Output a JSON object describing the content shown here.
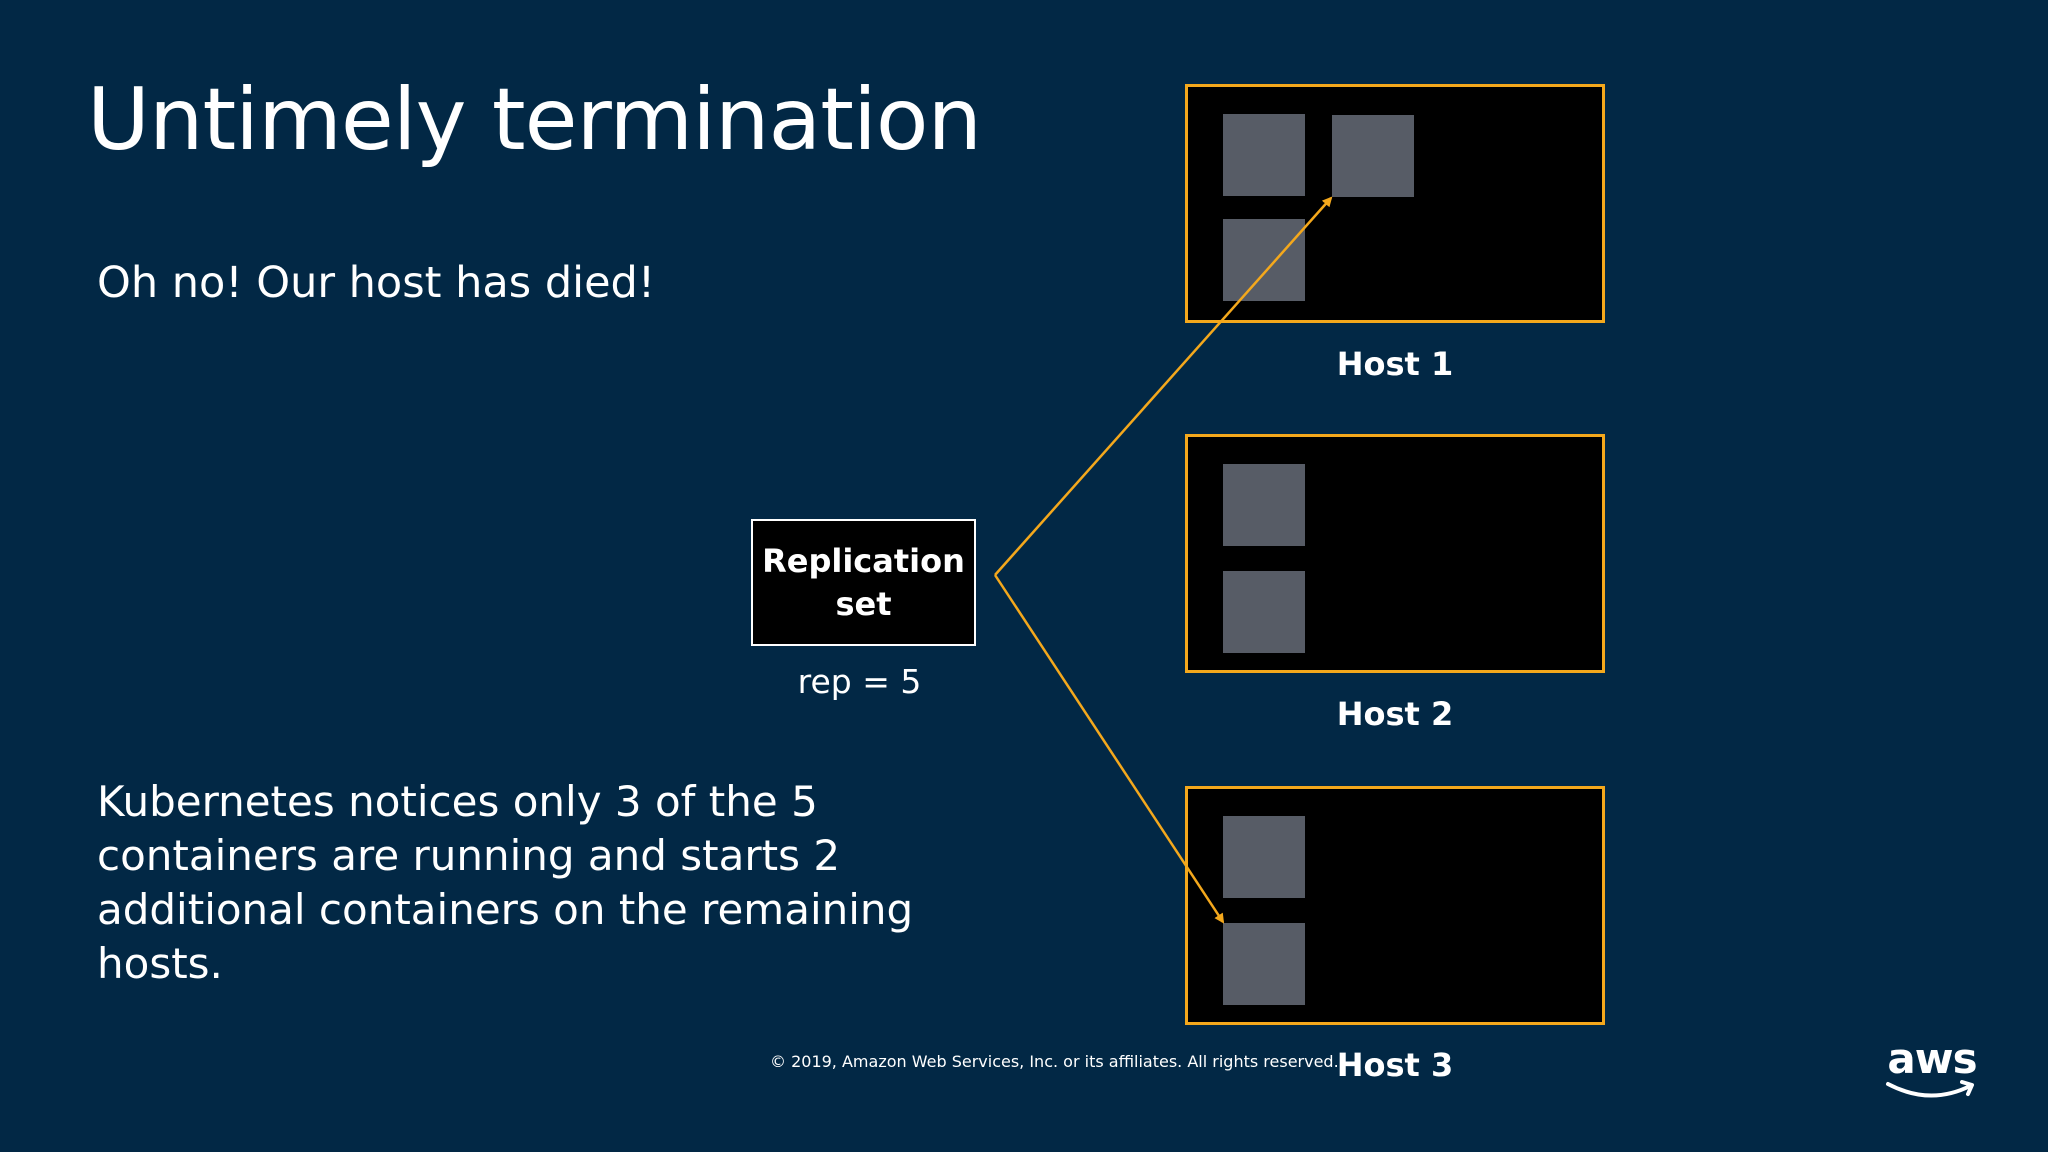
{
  "slide": {
    "title": "Untimely termination",
    "subtitle": "Oh no! Our host has died!",
    "body": "Kubernetes notices only 3 of the 5 containers are running and starts 2 additional containers on the remaining hosts.",
    "copyright": "© 2019, Amazon Web Services, Inc. or its affiliates. All rights reserved.",
    "logo_text": "aws"
  },
  "replication_set": {
    "label": "Replication set",
    "rep": "rep = 5"
  },
  "hosts": [
    {
      "label": "Host 1",
      "containers": 3
    },
    {
      "label": "Host 2",
      "containers": 2
    },
    {
      "label": "Host 3",
      "containers": 2
    }
  ],
  "colors": {
    "background": "#022845",
    "host_border": "#f4a81c",
    "arrow": "#f4a81c",
    "container": "#575c66"
  }
}
